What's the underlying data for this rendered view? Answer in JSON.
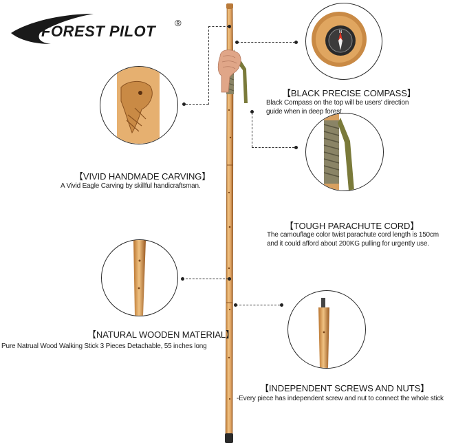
{
  "brand": {
    "name": "FOREST PILOT",
    "registered": "®"
  },
  "features": {
    "compass": {
      "title": "【BLACK PRECISE COMPASS】",
      "desc_line1": "Black Compass on the top will be users' direction",
      "desc_line2": "guide when in deep forest."
    },
    "carving": {
      "title": "【VIVID HANDMADE CARVING】",
      "desc": "A Vivid Eagle Carving by skillful handicraftsman."
    },
    "cord": {
      "title": "【TOUGH PARACHUTE CORD】",
      "desc_line1": "The camouflage color twist parachute cord length is 150cm",
      "desc_line2": "and it could afford about 200KG pulling for urgently use."
    },
    "wood": {
      "title": "【NATURAL WOODEN MATERIAL】",
      "desc": "Pure Natrual Wood Walking Stick 3 Pieces Detachable, 55 inches long"
    },
    "screws": {
      "title": "【INDEPENDENT SCREWS AND NUTS】",
      "desc": "-Every piece has independent screw and nut to connect the whole stick"
    }
  },
  "colors": {
    "wood_light": "#e8b87a",
    "wood_mid": "#c98a45",
    "wood_dark": "#8a5220",
    "cord": "#8a8466",
    "strap": "#7a7a3a",
    "text": "#1a1a1a"
  }
}
